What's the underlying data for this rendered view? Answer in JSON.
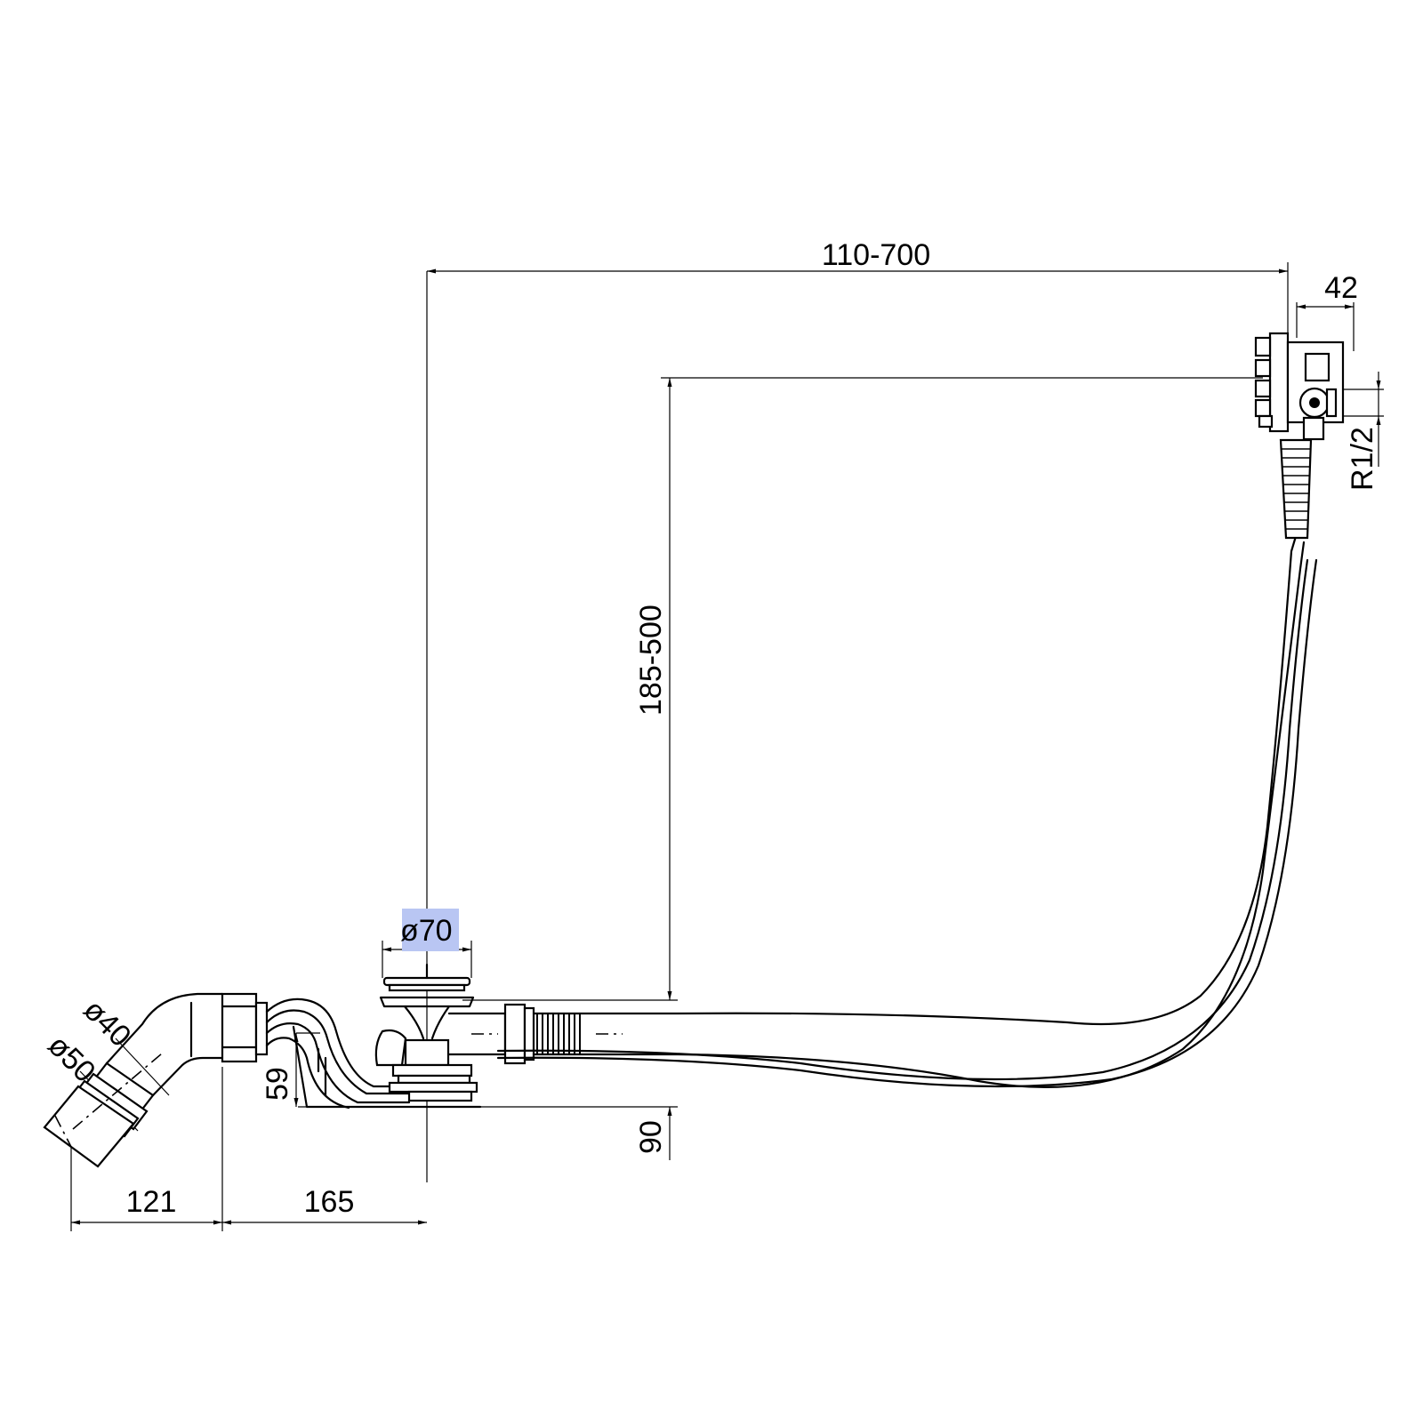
{
  "dimensions": {
    "overall_length": "110-700",
    "filler_width": "42",
    "connection_thread": "R1/2",
    "overflow_height": "185-500",
    "drain_diameter": "ø70",
    "outlet_diameter_inner": "ø40",
    "outlet_diameter_outer": "ø50",
    "trap_height": "59",
    "depth_below": "90",
    "outlet_offset": "121",
    "trap_length": "165"
  },
  "highlight": {
    "color": "#b9c6f3",
    "target": "drain_diameter"
  }
}
